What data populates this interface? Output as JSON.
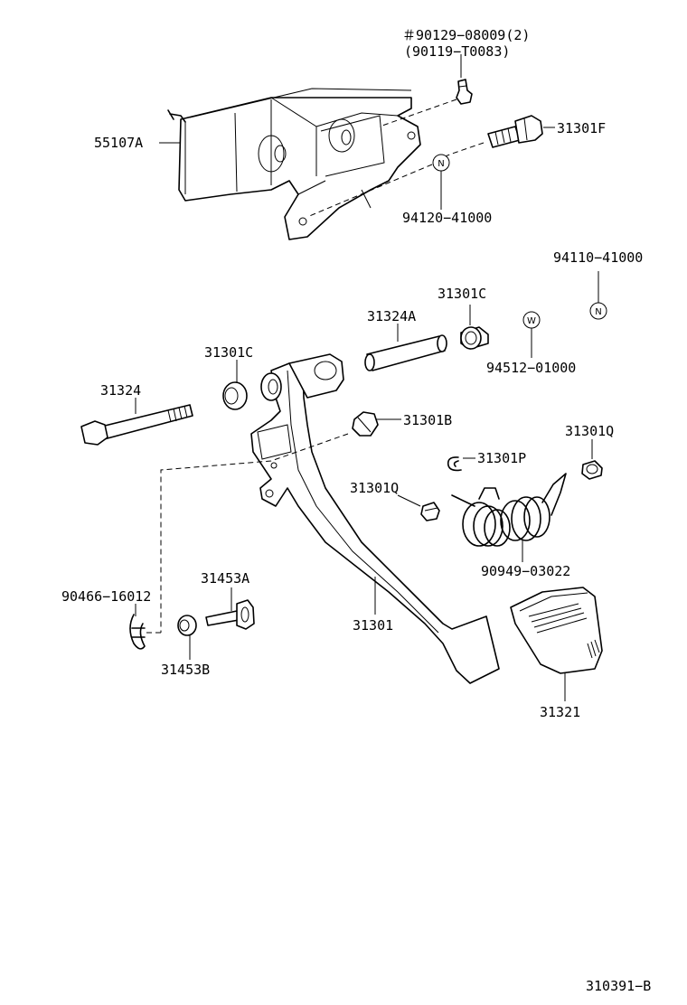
{
  "labels": {
    "p_9012908009": "＃90129−08009(2)",
    "p_90119T0083": "(90119−T0083)",
    "p_55107A": "55107A",
    "p_31301F": "31301F",
    "p_9412041000": "94120−41000",
    "p_9411041000": "94110−41000",
    "p_31301C_right": "31301C",
    "p_31324A": "31324A",
    "p_9451201000": "94512−01000",
    "p_31301C_left": "31301C",
    "p_31324": "31324",
    "p_31301B": "31301B",
    "p_31301Q_right": "31301Q",
    "p_31301P": "31301P",
    "p_31301Q_mid": "31301Q",
    "p_9094903022": "90949−03022",
    "p_9046616012": "90466−16012",
    "p_31453A": "31453A",
    "p_31301": "31301",
    "p_31453B": "31453B",
    "p_31321": "31321",
    "diagram_code": "310391−B"
  },
  "symbols": {
    "n_symbol_upper": "N",
    "n_symbol_right": "N",
    "w_symbol": "W"
  }
}
